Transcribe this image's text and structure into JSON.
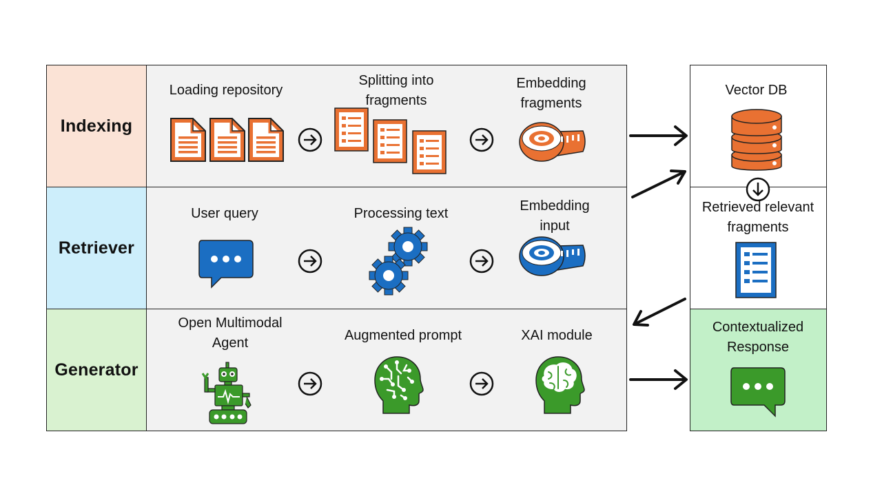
{
  "stages": {
    "indexing": {
      "label": "Indexing",
      "steps": [
        "Loading repository",
        "Splitting into fragments",
        "Embedding fragments"
      ]
    },
    "retriever": {
      "label": "Retriever",
      "steps": [
        "User query",
        "Processing text",
        "Embedding input"
      ]
    },
    "generator": {
      "label": "Generator",
      "steps": [
        "Open Multimodal Agent",
        "Augmented prompt",
        "XAI module"
      ]
    }
  },
  "side": {
    "vector_db": "Vector DB",
    "retrieved": "Retrieved relevant fragments",
    "response": "Contextualized Response"
  },
  "colors": {
    "indexing_bg": "#fbe3d6",
    "retriever_bg": "#cdeefb",
    "generator_bg": "#d9f2d0",
    "response_bg": "#c2f0c8",
    "panel_bg": "#f2f2f2",
    "orange": "#e97132",
    "blue": "#1b6ec2",
    "green": "#3b9a2a"
  },
  "icons": {
    "indexing": [
      "documents-icon",
      "fragments-icon",
      "measuring-tape-icon"
    ],
    "retriever": [
      "chat-bubble-icon",
      "gears-icon",
      "measuring-tape-icon"
    ],
    "generator": [
      "robot-icon",
      "head-circuit-icon",
      "head-brain-icon"
    ],
    "side": [
      "database-icon",
      "list-document-icon",
      "chat-bubble-icon"
    ]
  }
}
